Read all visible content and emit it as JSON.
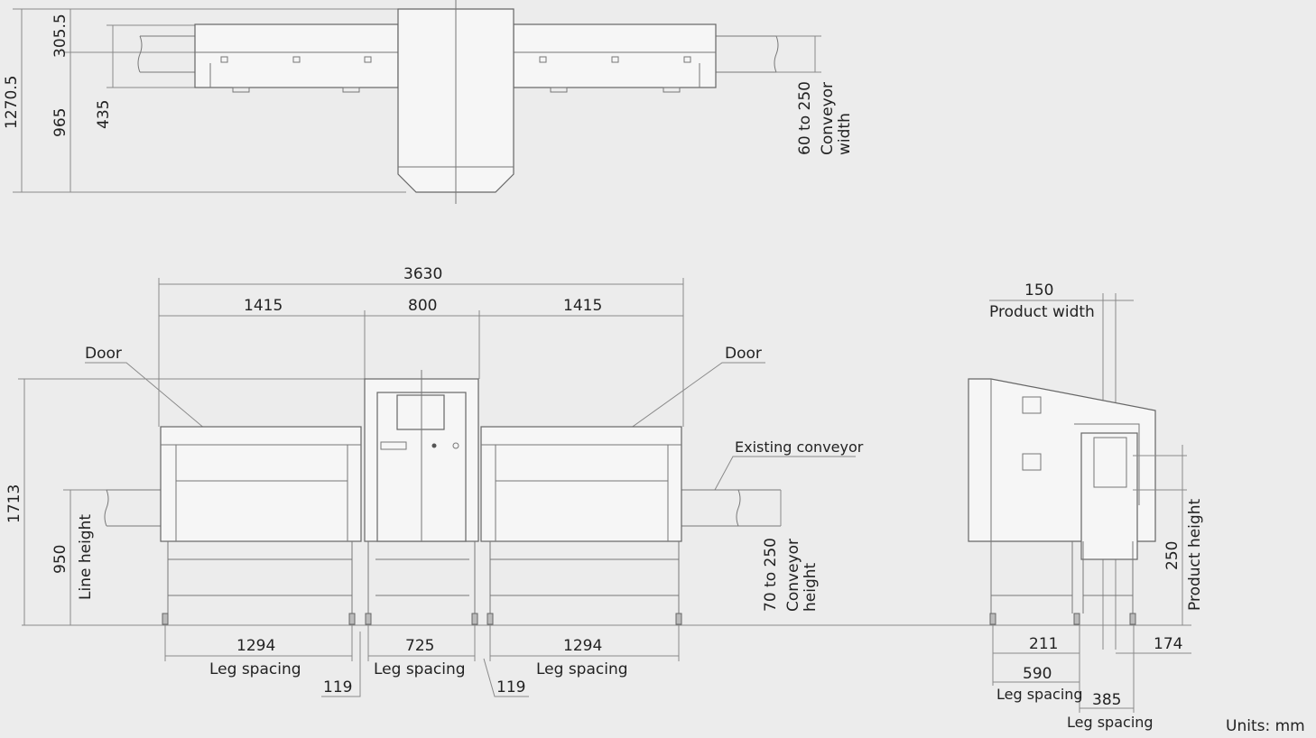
{
  "top_view": {
    "overall_depth": "1270.5",
    "front_offset": "305.5",
    "rear_depth": "965",
    "conveyor_depth": "435",
    "conveyor_width_range": "60 to 250",
    "conveyor_width_label": [
      "Conveyor",
      "width"
    ]
  },
  "front_view": {
    "overall_length": "3630",
    "sections": [
      "1415",
      "800",
      "1415"
    ],
    "door_label": "Door",
    "existing_conveyor_label": "Existing conveyor",
    "overall_height": "1713",
    "line_height_value": "950",
    "line_height_label": "Line height",
    "conveyor_height_range": "70 to 250",
    "conveyor_height_label": [
      "Conveyor",
      "height"
    ],
    "leg_spacings": [
      "1294",
      "725",
      "1294"
    ],
    "leg_spacing_label": "Leg spacing",
    "offsets": [
      "119",
      "119"
    ]
  },
  "side_view": {
    "product_width_value": "150",
    "product_width_label": "Product width",
    "product_height_value": "250",
    "product_height_label": "Product height",
    "dim_211": "211",
    "dim_174": "174",
    "leg_spacing_1": "590",
    "leg_spacing_2": "385",
    "leg_spacing_label": "Leg spacing"
  },
  "units_label": "Units: mm"
}
